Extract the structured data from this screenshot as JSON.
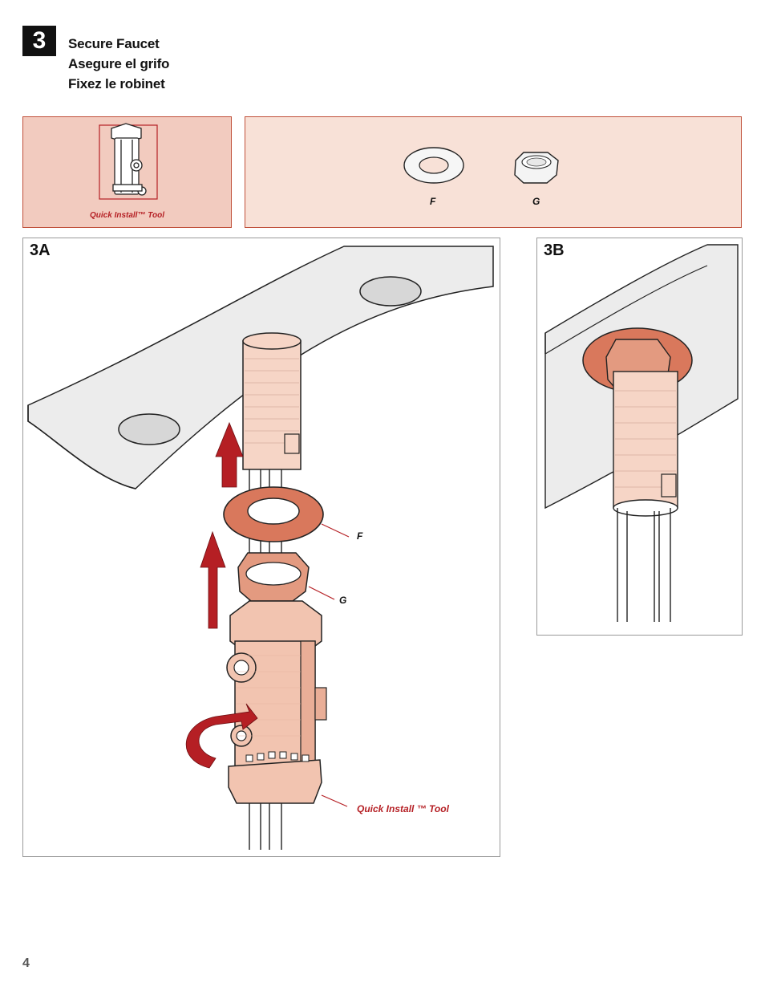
{
  "step": {
    "number": "3",
    "titles": [
      "Secure Faucet",
      "Asegure el grifo",
      "Fixez le robinet"
    ]
  },
  "tool_box": {
    "label": "Quick Install™ Tool"
  },
  "parts_box": {
    "parts": [
      {
        "letter": "F"
      },
      {
        "letter": "G"
      }
    ]
  },
  "figure_3a": {
    "label": "3A",
    "callouts": {
      "f": "F",
      "g": "G",
      "tool": "Quick Install ™ Tool"
    }
  },
  "figure_3b": {
    "label": "3B"
  },
  "page_number": "4",
  "colors": {
    "accent_red": "#b51f24",
    "part_fill": "#f2c4b0",
    "part_dark": "#d9785c",
    "box_fill": "#f8e1d7",
    "tool_box_fill": "#f2cbbf",
    "sink_gray": "#ececec"
  }
}
